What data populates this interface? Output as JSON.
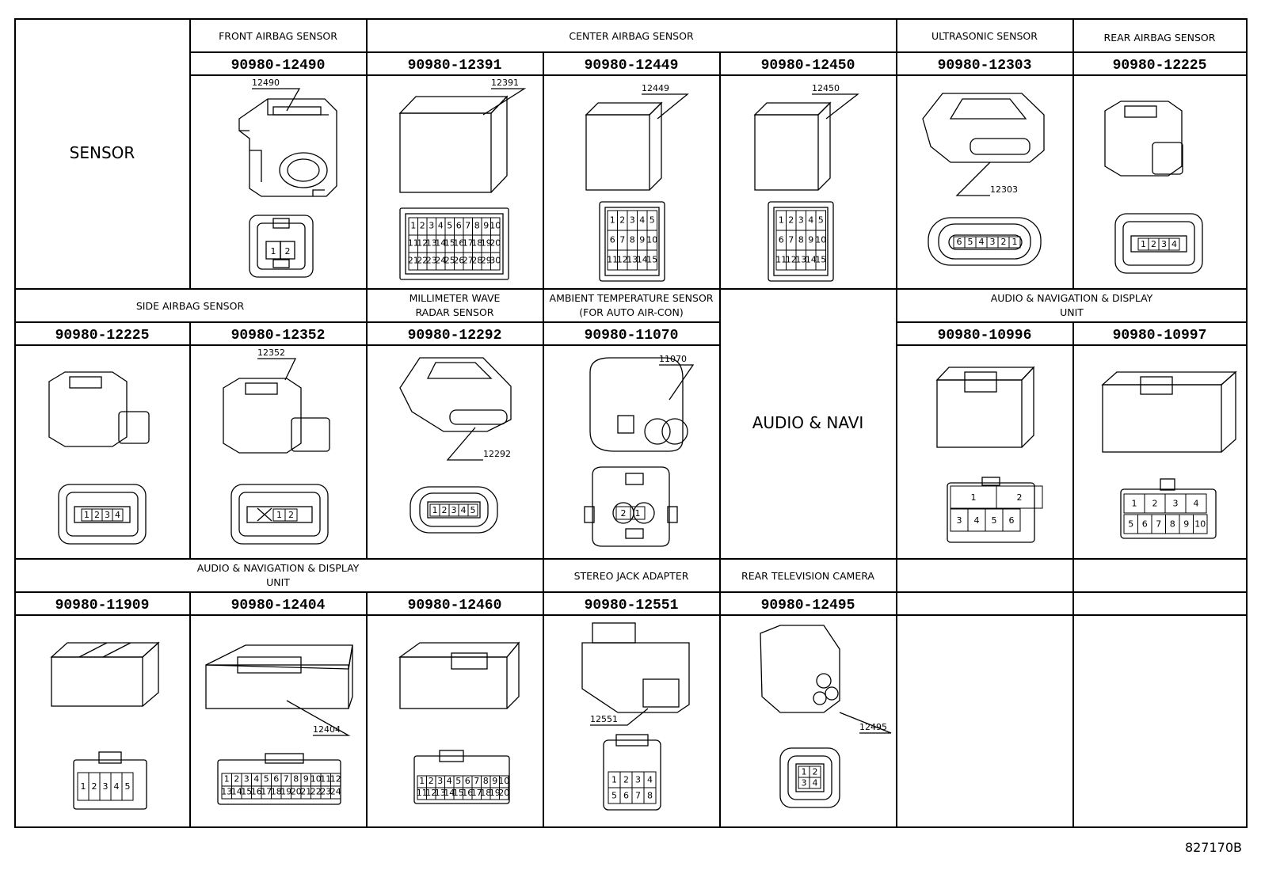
{
  "diagram_id": "827170B",
  "sensor_label": "SENSOR",
  "audio_navi_label": "AUDIO & NAVI",
  "rows": [
    {
      "groups": [
        {
          "name": "FRONT AIRBAG SENSOR"
        },
        {
          "name": "CENTER AIRBAG SENSOR"
        },
        {
          "name": "ULTRASONIC SENSOR"
        },
        {
          "name": "REAR AIRBAG SENSOR"
        }
      ],
      "connectors": [
        {
          "part": "90980-12490",
          "callout": "12490",
          "pins": [
            "1",
            "2"
          ]
        },
        {
          "part": "90980-12391",
          "callout": "12391",
          "pins": [
            "1",
            "2",
            "3",
            "4",
            "5",
            "6",
            "7",
            "8",
            "9",
            "10",
            "11",
            "12",
            "13",
            "14",
            "15",
            "16",
            "17",
            "18",
            "19",
            "20",
            "21",
            "22",
            "23",
            "24",
            "25",
            "26",
            "27",
            "28",
            "29",
            "30"
          ]
        },
        {
          "part": "90980-12449",
          "callout": "12449",
          "pins": [
            "1",
            "2",
            "3",
            "4",
            "5",
            "6",
            "7",
            "8",
            "9",
            "10",
            "11",
            "12",
            "13",
            "14",
            "15"
          ]
        },
        {
          "part": "90980-12450",
          "callout": "12450",
          "pins": [
            "1",
            "2",
            "3",
            "4",
            "5",
            "6",
            "7",
            "8",
            "9",
            "10",
            "11",
            "12",
            "13",
            "14",
            "15"
          ]
        },
        {
          "part": "90980-12303",
          "callout": "12303",
          "pins": [
            "6",
            "5",
            "4",
            "3",
            "2",
            "1"
          ]
        },
        {
          "part": "90980-12225",
          "callout": "",
          "pins": [
            "1",
            "2",
            "3",
            "4"
          ]
        }
      ]
    },
    {
      "groups": [
        {
          "name": "SIDE AIRBAG SENSOR"
        },
        {
          "name": "MILLIMETER WAVE",
          "name2": "RADAR SENSOR"
        },
        {
          "name": "AMBIENT TEMPERATURE SENSOR",
          "name2": "(FOR AUTO AIR-CON)"
        },
        {
          "name": "AUDIO & NAVIGATION & DISPLAY",
          "name2": "UNIT"
        }
      ],
      "connectors": [
        {
          "part": "90980-12225",
          "callout": "",
          "pins": [
            "1",
            "2",
            "3",
            "4"
          ]
        },
        {
          "part": "90980-12352",
          "callout": "12352",
          "pins": [
            "1",
            "2"
          ]
        },
        {
          "part": "90980-12292",
          "callout": "12292",
          "pins": [
            "1",
            "2",
            "3",
            "4",
            "5"
          ]
        },
        {
          "part": "90980-11070",
          "callout": "11070",
          "pins": [
            "2",
            "1"
          ]
        },
        {
          "part": "90980-10996",
          "callout": "",
          "pins": [
            "1",
            "2",
            "3",
            "4",
            "5",
            "6"
          ]
        },
        {
          "part": "90980-10997",
          "callout": "",
          "pins": [
            "1",
            "2",
            "3",
            "4",
            "5",
            "6",
            "7",
            "8",
            "9",
            "10"
          ]
        }
      ]
    },
    {
      "groups": [
        {
          "name": "AUDIO & NAVIGATION & DISPLAY",
          "name2": "UNIT"
        },
        {
          "name": "STEREO JACK ADAPTER"
        },
        {
          "name": "REAR TELEVISION CAMERA"
        }
      ],
      "connectors": [
        {
          "part": "90980-11909",
          "callout": "",
          "pins": [
            "1",
            "2",
            "3",
            "4",
            "5"
          ]
        },
        {
          "part": "90980-12404",
          "callout": "12404",
          "pins": [
            "1",
            "2",
            "3",
            "4",
            "5",
            "6",
            "7",
            "8",
            "9",
            "10",
            "11",
            "12",
            "13",
            "14",
            "15",
            "16",
            "17",
            "18",
            "19",
            "20",
            "21",
            "22",
            "23",
            "24"
          ]
        },
        {
          "part": "90980-12460",
          "callout": "",
          "pins": [
            "1",
            "2",
            "3",
            "4",
            "5",
            "6",
            "7",
            "8",
            "9",
            "10",
            "11",
            "12",
            "13",
            "14",
            "15",
            "16",
            "17",
            "18",
            "19",
            "20"
          ]
        },
        {
          "part": "90980-12551",
          "callout": "12551",
          "pins": [
            "1",
            "2",
            "3",
            "4",
            "5",
            "6",
            "7",
            "8"
          ]
        },
        {
          "part": "90980-12495",
          "callout": "12495",
          "pins": [
            "1",
            "2",
            "3",
            "4"
          ]
        }
      ]
    }
  ]
}
